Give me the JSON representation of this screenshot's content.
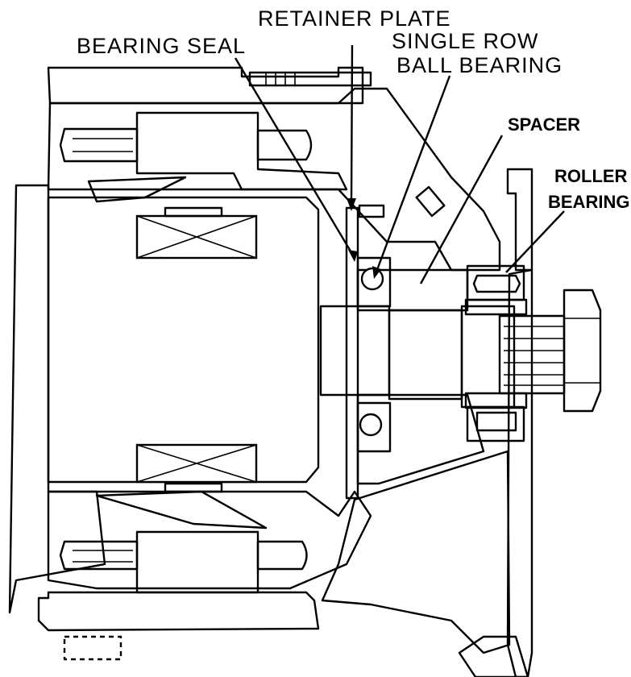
{
  "labels": {
    "retainer_plate": "RETAINER PLATE",
    "bearing_seal": "BEARING SEAL",
    "single_row": "SINGLE ROW",
    "ball_bearing": "BALL BEARING",
    "spacer": "SPACER",
    "roller": "ROLLER",
    "bearing": "BEARING"
  }
}
